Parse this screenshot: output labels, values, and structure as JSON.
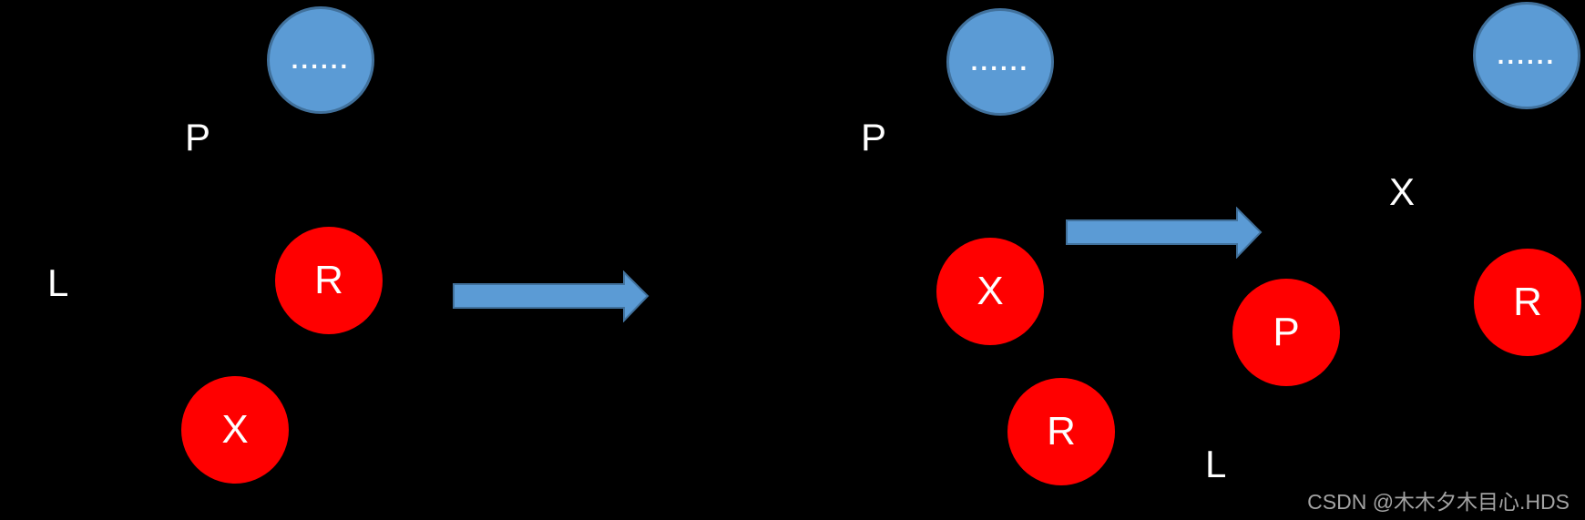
{
  "colors": {
    "background": "#000000",
    "blue_node_fill": "#5B9BD5",
    "blue_node_stroke": "#41719C",
    "red_node_fill": "#FF0000",
    "node_text": "#FFFFFF",
    "arrow_fill": "#5B9BD5",
    "arrow_stroke": "#41719C",
    "watermark_text_color": "#A3A3A3"
  },
  "trees": [
    {
      "name": "state-1",
      "ancestor": {
        "label": "......"
      },
      "side_labels": [
        {
          "id": "parent-pointer",
          "text": "P"
        },
        {
          "id": "left-pointer",
          "text": "L"
        }
      ],
      "nodes": [
        {
          "id": "node-r",
          "label": "R",
          "color": "red"
        },
        {
          "id": "node-x",
          "label": "X",
          "color": "red"
        }
      ]
    },
    {
      "name": "state-2",
      "ancestor": {
        "label": "......"
      },
      "side_labels": [
        {
          "id": "parent-pointer",
          "text": "P"
        },
        {
          "id": "left-pointer",
          "text": "L"
        }
      ],
      "nodes": [
        {
          "id": "node-x",
          "label": "X",
          "color": "red"
        },
        {
          "id": "node-r",
          "label": "R",
          "color": "red"
        }
      ]
    },
    {
      "name": "state-3",
      "ancestor": {
        "label": "......"
      },
      "side_labels": [
        {
          "id": "x-pointer",
          "text": "X"
        }
      ],
      "nodes": [
        {
          "id": "node-p",
          "label": "P",
          "color": "red"
        },
        {
          "id": "node-r",
          "label": "R",
          "color": "red"
        }
      ]
    }
  ],
  "arrows": [
    {
      "id": "transform-arrow-1",
      "direction": "right"
    },
    {
      "id": "transform-arrow-2",
      "direction": "right"
    }
  ],
  "watermark": {
    "text": "CSDN @木木夕木目心.HDS"
  }
}
